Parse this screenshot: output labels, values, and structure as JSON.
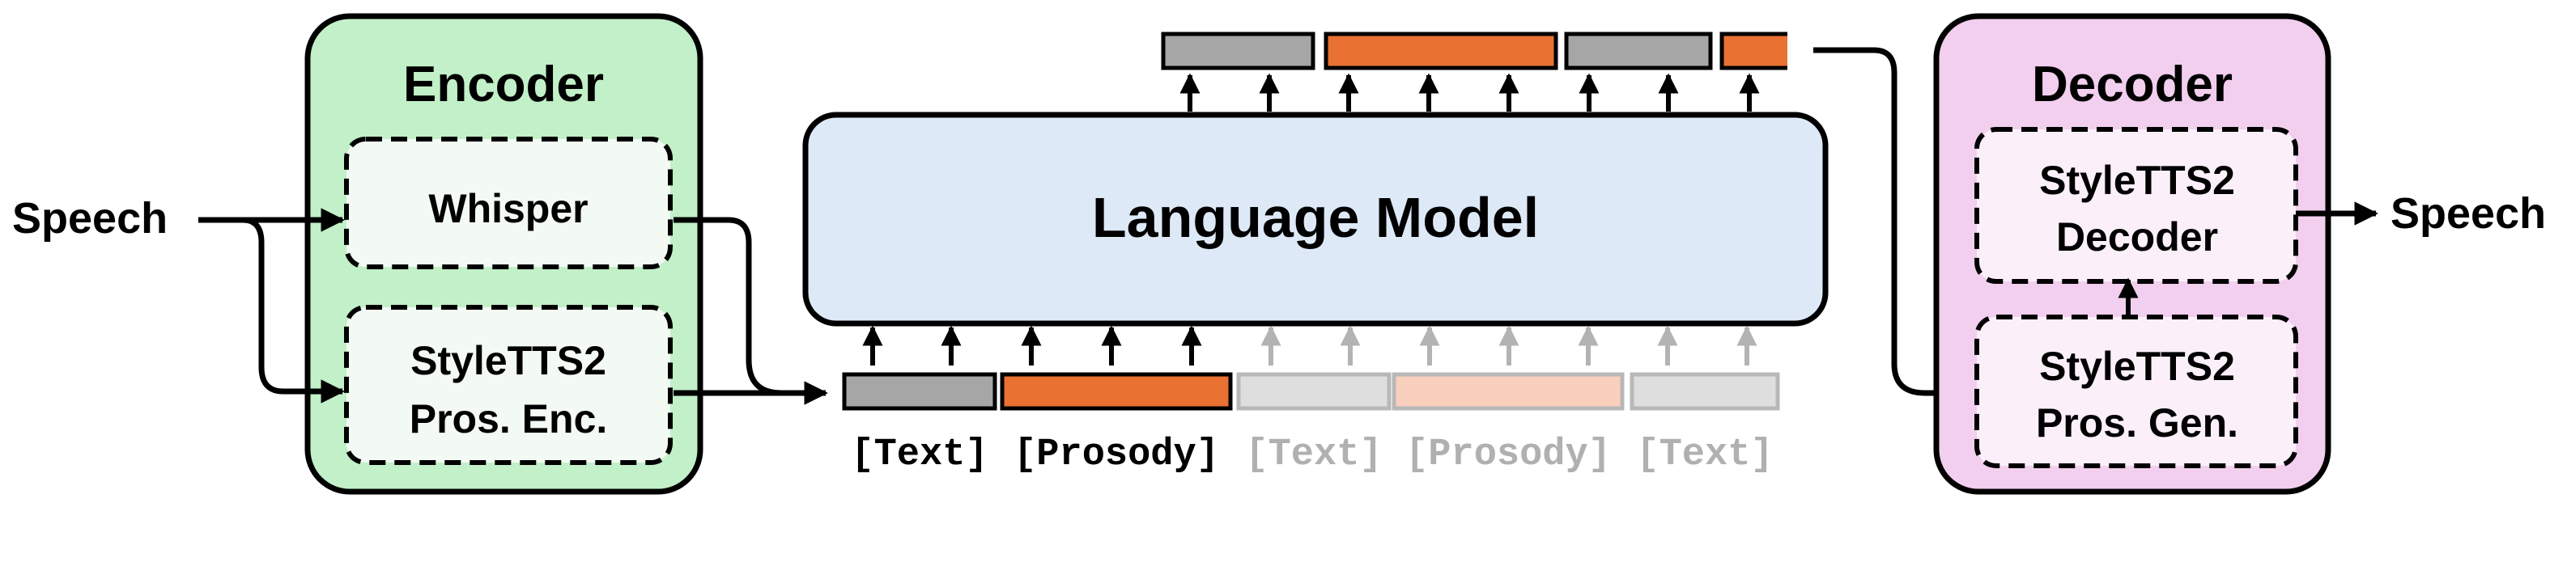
{
  "input": {
    "label": "Speech"
  },
  "output": {
    "label": "Speech"
  },
  "encoder": {
    "title": "Encoder",
    "fill": "#c2f0c8",
    "whisper": "Whisper",
    "prosody_encoder": {
      "line1": "StyleTTS2",
      "line2": "Pros. Enc."
    }
  },
  "language_model": {
    "title": "Language Model",
    "fill": "#dde9f6"
  },
  "decoder": {
    "title": "Decoder",
    "fill": "#f2cfee",
    "styletts2_decoder": {
      "line1": "StyleTTS2",
      "line2": "Decoder"
    },
    "prosody_generator": {
      "line1": "StyleTTS2",
      "line2": "Pros. Gen."
    }
  },
  "token_labels": [
    "[Text]",
    "[Prosody]",
    "[Text]",
    "[Prosody]",
    "[Text]"
  ],
  "colors": {
    "text_token": "#a6a6a6",
    "prosody_token": "#e97132",
    "text_token_faded": "#dedede",
    "prosody_token_faded": "#f9cfbd",
    "faded_label": "#b0b0b0"
  }
}
